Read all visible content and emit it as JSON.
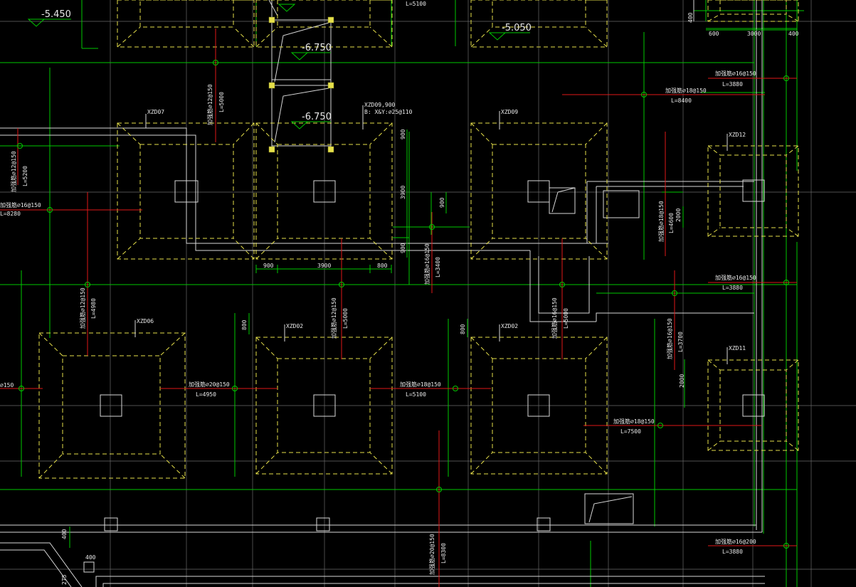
{
  "elevations": [
    "-5.450",
    "-5.050",
    "-6.750",
    "-6.750"
  ],
  "labels": {
    "xzd07": "XZD07",
    "xzd09_900": "XZD09,900",
    "xzd09_note": "B: X&Y:⌀25@110",
    "xzd09": "XZD09",
    "xzd12": "XZD12",
    "xzd06": "XZD06",
    "xzd02a": "XZD02",
    "xzd02b": "XZD02",
    "xzd11": "XZD11"
  },
  "rebar": {
    "r1": "加强筋⌀12@150",
    "r1_len": "L=5000",
    "r2": "加强筋⌀12@150",
    "r2_len": "L=5200",
    "r3": "加强筋⌀16@150",
    "r3_len": "L=8280",
    "r4": "加强筋⌀16@150",
    "r4_len": "L=3880",
    "r5": "加强筋⌀18@150",
    "r5_len": "L=8400",
    "r6": "加强筋⌀12@150",
    "r6_len": "L=4980",
    "r7": "加强筋⌀16@150",
    "r7_len": "L=3400",
    "r8": "加强筋⌀18@150",
    "r8_len": "L=4600",
    "r9": "加强筋⌀16@150",
    "r9_len": "L=3880",
    "r10": "加强筋⌀12@150",
    "r10_len": "L=5000",
    "r11": "加强筋⌀16@150",
    "r11_len": "L=5000",
    "r12": "加强筋⌀20@150",
    "r12_len": "L=4950",
    "r13": "加强筋⌀18@150",
    "r13_len": "L=5100",
    "r14": "加强筋⌀16@150",
    "r14_len": "L=3700",
    "r15": "加强筋⌀18@150",
    "r15_len": "L=7500",
    "r16": "加强筋⌀20@150",
    "r16_len": "L=8300",
    "r17": "加强筋⌀16@200",
    "r17_len": "L=3880",
    "r18_len": "L=5100",
    "r19": "⌀150"
  },
  "dims": {
    "d400a": "400",
    "d600": "600",
    "d3000": "3000",
    "d400b": "400",
    "d900a": "900",
    "d3900v": "3900",
    "d900b": "900",
    "d900c": "900",
    "d900h": "900",
    "d3900h": "3900",
    "d800h": "800",
    "d2000a": "2000",
    "d800a": "800",
    "d800b": "800",
    "d2000b": "2000",
    "d400c": "400",
    "d400d": "400",
    "d275": "275"
  }
}
